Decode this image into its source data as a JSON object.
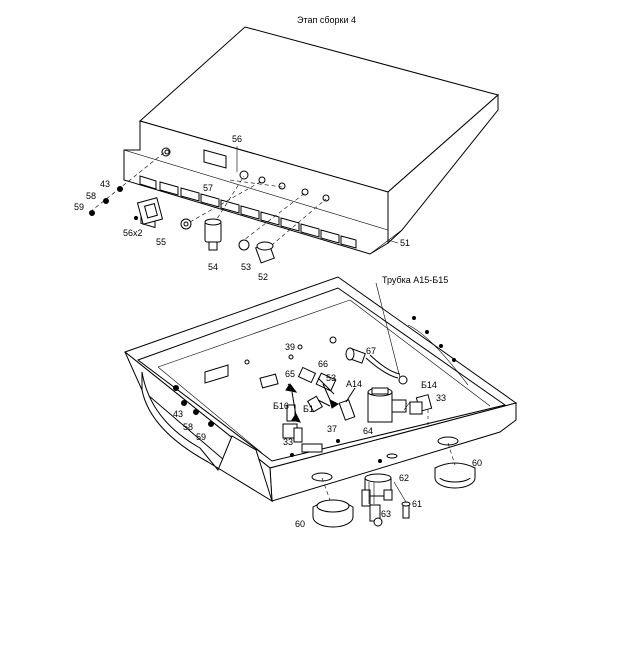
{
  "title": "Этап сборки 4",
  "tube_label": "Трубка А15-Б15",
  "callouts": {
    "c56_top": "56",
    "c57": "57",
    "c43_top": "43",
    "c58_top": "58",
    "c59_top": "59",
    "c56x2": "56x2",
    "c55": "55",
    "c54": "54",
    "c53_top": "53",
    "c52": "52",
    "c51": "51",
    "c39": "39",
    "c67": "67",
    "c65": "65",
    "c66": "66",
    "c53_bot": "53",
    "cA14": "А14",
    "cB14": "Б14",
    "c33_right": "33",
    "c43_bot": "43",
    "c58_bot": "58",
    "c59_bot": "59",
    "cB16": "Б16",
    "cB1": "Б1",
    "c37": "37",
    "c64": "64",
    "c33_left": "33",
    "c62": "62",
    "c60_right": "60",
    "c60_left": "60",
    "c63": "63",
    "c61": "61"
  }
}
